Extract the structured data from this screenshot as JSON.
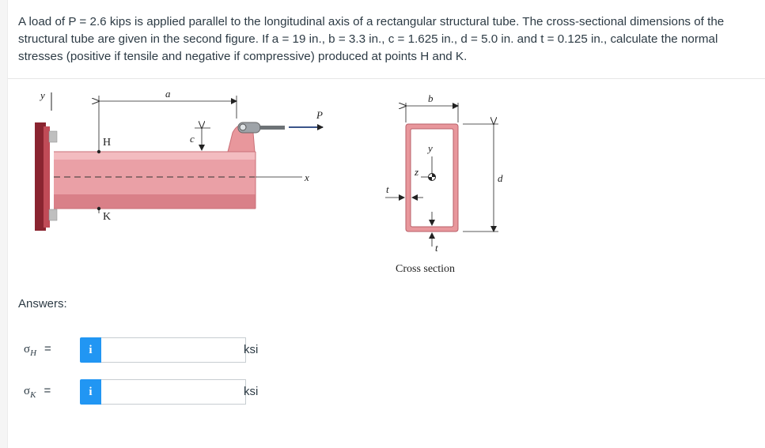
{
  "problem": {
    "text": "A load of P = 2.6 kips is applied parallel to the longitudinal axis of a rectangular structural tube. The cross-sectional dimensions of the structural tube are given in the second figure. If a = 19 in., b = 3.3 in., c = 1.625 in., d = 5.0 in. and t = 0.125 in., calculate the normal stresses (positive if tensile and negative if compressive) produced at points H and K."
  },
  "figure": {
    "labels": {
      "y_axis": "y",
      "a": "a",
      "p": "P",
      "h": "H",
      "c": "c",
      "x": "x",
      "k": "K",
      "b": "b",
      "y_cs": "y",
      "z": "z",
      "d": "d",
      "t_left": "t",
      "t_bottom": "t"
    },
    "cross_section_caption": "Cross section",
    "colors": {
      "beam": "#e8979c",
      "beam_dark": "#c96f77",
      "wall": "#8a2430",
      "tube_outline": "#c8707a",
      "info_button": "#2196f3"
    }
  },
  "answers": {
    "title": "Answers:",
    "rows": [
      {
        "symbol": "σ",
        "subscript": "H",
        "equals": "=",
        "info_icon": "i",
        "value": "",
        "unit": "ksi"
      },
      {
        "symbol": "σ",
        "subscript": "K",
        "equals": "=",
        "info_icon": "i",
        "value": "",
        "unit": "ksi"
      }
    ]
  }
}
